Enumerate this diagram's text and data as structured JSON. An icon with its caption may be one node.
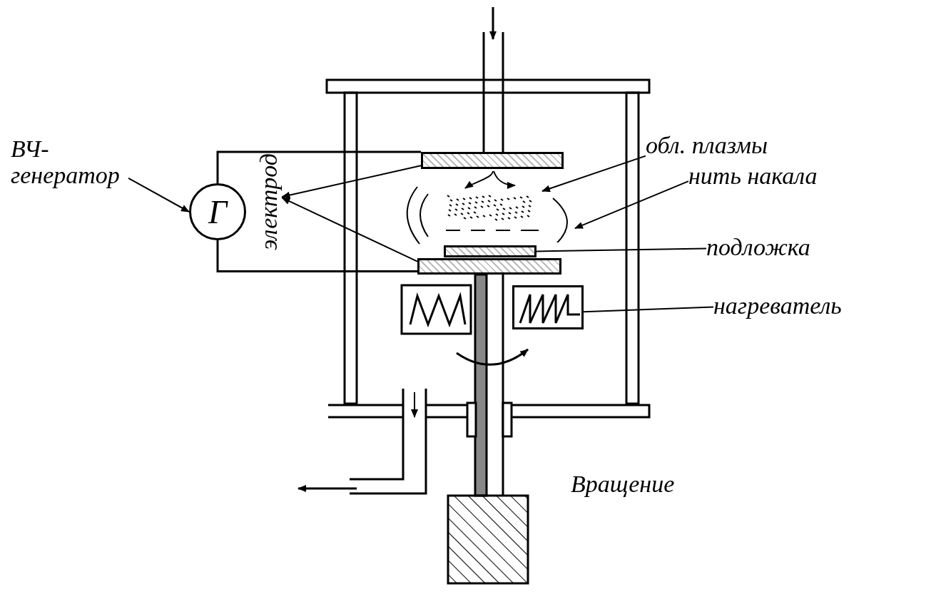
{
  "diagram": {
    "nodes": [
      {
        "text": [
          "ВЧ-генератор"
        ]
      },
      {
        "text": [
          "Г"
        ]
      },
      {
        "text": [
          "электрод"
        ]
      },
      {
        "text": [],
        "shape": "bar"
      },
      {
        "text": [],
        "shape": "bar"
      },
      {
        "text": [
          "обл. плазмы"
        ]
      },
      {
        "text": [],
        "shape": "cloud"
      },
      {
        "text": [
          "нить накала"
        ]
      },
      {
        "text": [],
        "shape": "arc"
      },
      {
        "text": [
          "подложка"
        ]
      },
      {
        "text": [],
        "shape": "bar"
      },
      {
        "text": [
          "нагреватель"
        ]
      },
      {
        "text": [],
        "shape": "box"
      }
    ],
    "edges": [
      {
        "from": 0,
        "to": 1,
        "arrow": "to"
      },
      {
        "from": 1,
        "to": 3,
        "arrow": "none"
      },
      {
        "from": 1,
        "to": 10,
        "arrow": "none"
      },
      {
        "from": 3,
        "to": 2,
        "arrow": "to"
      },
      {
        "from": 10,
        "to": 2,
        "arrow": "to"
      },
      {
        "from": 5,
        "to": 6,
        "arrow": "to"
      },
      {
        "from": 7,
        "to": 8,
        "arrow": "to"
      },
      {
        "from": 9,
        "to": 4,
        "arrow": "none"
      },
      {
        "from": 11,
        "to": 12,
        "arrow": "none"
      }
    ],
    "labels": [
      "Вращение"
    ]
  }
}
